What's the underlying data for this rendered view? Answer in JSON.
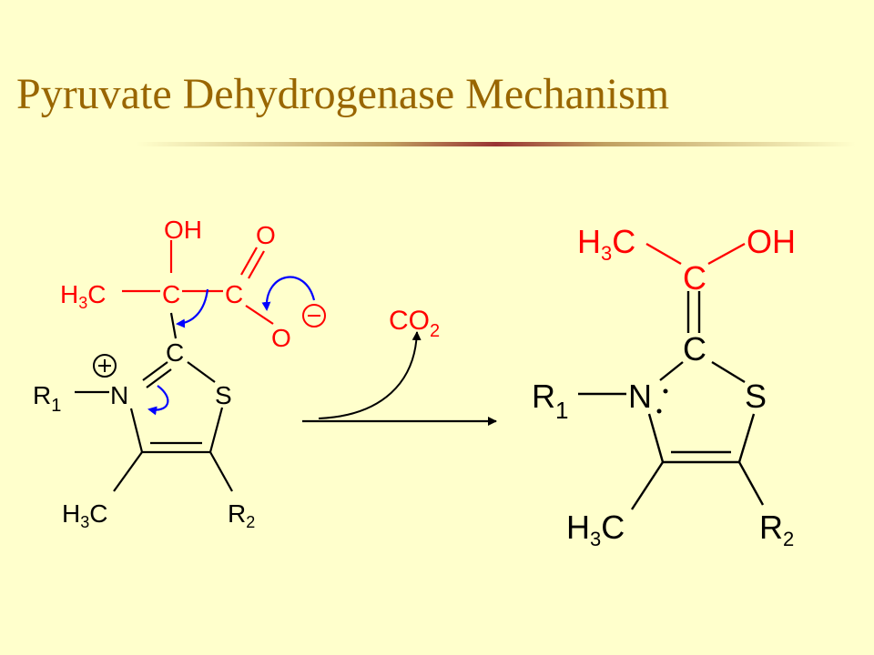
{
  "slide": {
    "title": "Pyruvate Dehydrogenase Mechanism"
  },
  "colors": {
    "background": "#FFFFCC",
    "title": "#996600",
    "bond": "#000000",
    "substrate": "#FF0000",
    "arrow_push": "#0000FF"
  },
  "reactant": {
    "oh_label": "OH",
    "carbonyl_o_label": "O",
    "methyl_h": "H",
    "methyl_sub": "3",
    "methyl_c": "C",
    "alpha_c_label": "C",
    "carboxyl_c_label": "C",
    "carboxylate_o_label": "O",
    "ring_c2_label": "C",
    "nitrogen_label": "N",
    "sulfur_label": "S",
    "r1_main": "R",
    "r1_sub": "1",
    "ring_methyl_h": "H",
    "ring_methyl_sub": "3",
    "ring_methyl_c": "C",
    "r2_main": "R",
    "r2_sub": "2"
  },
  "byproduct": {
    "co2_main": "CO",
    "co2_sub": "2"
  },
  "product": {
    "methyl_h": "H",
    "methyl_sub": "3",
    "methyl_c": "C",
    "oh_label": "OH",
    "enol_c_label": "C",
    "ring_c2_label": "C",
    "nitrogen_label": "N",
    "sulfur_label": "S",
    "r1_main": "R",
    "r1_sub": "1",
    "ring_methyl_h": "H",
    "ring_methyl_sub": "3",
    "ring_methyl_c": "C",
    "r2_main": "R",
    "r2_sub": "2"
  }
}
